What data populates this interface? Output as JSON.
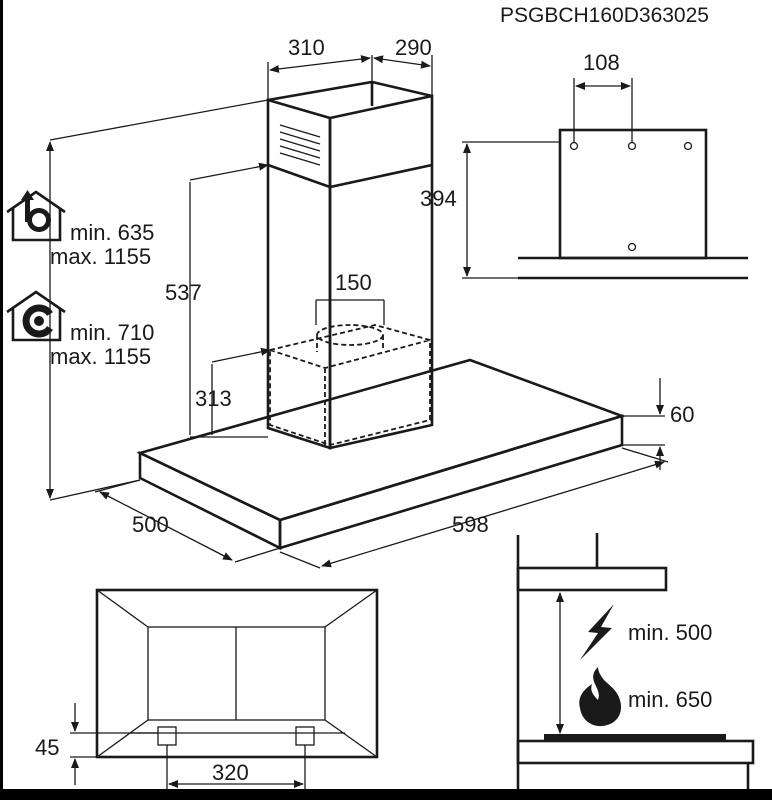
{
  "product_code": "PSGBCH160D363025",
  "dimensions": {
    "chimney_width": "310",
    "chimney_depth": "290",
    "bracket_spacing": "108",
    "bracket_height": "394",
    "duct_diameter": "150",
    "chimney_height": "537",
    "chimney_offset": "313",
    "hood_thickness": "60",
    "hood_depth": "500",
    "hood_width": "598",
    "filter_offset": "45",
    "filter_spacing": "320"
  },
  "extraction_mode": {
    "icon": "ducted-extraction-house-icon",
    "min": "min. 635",
    "max": "max. 1155"
  },
  "recirculation_mode": {
    "icon": "recirculation-house-icon",
    "min": "min. 710",
    "max": "max. 1155"
  },
  "clearances": {
    "electric": {
      "icon": "lightning-icon",
      "label": "min. 500"
    },
    "gas": {
      "icon": "flame-icon",
      "label": "min. 650"
    }
  }
}
